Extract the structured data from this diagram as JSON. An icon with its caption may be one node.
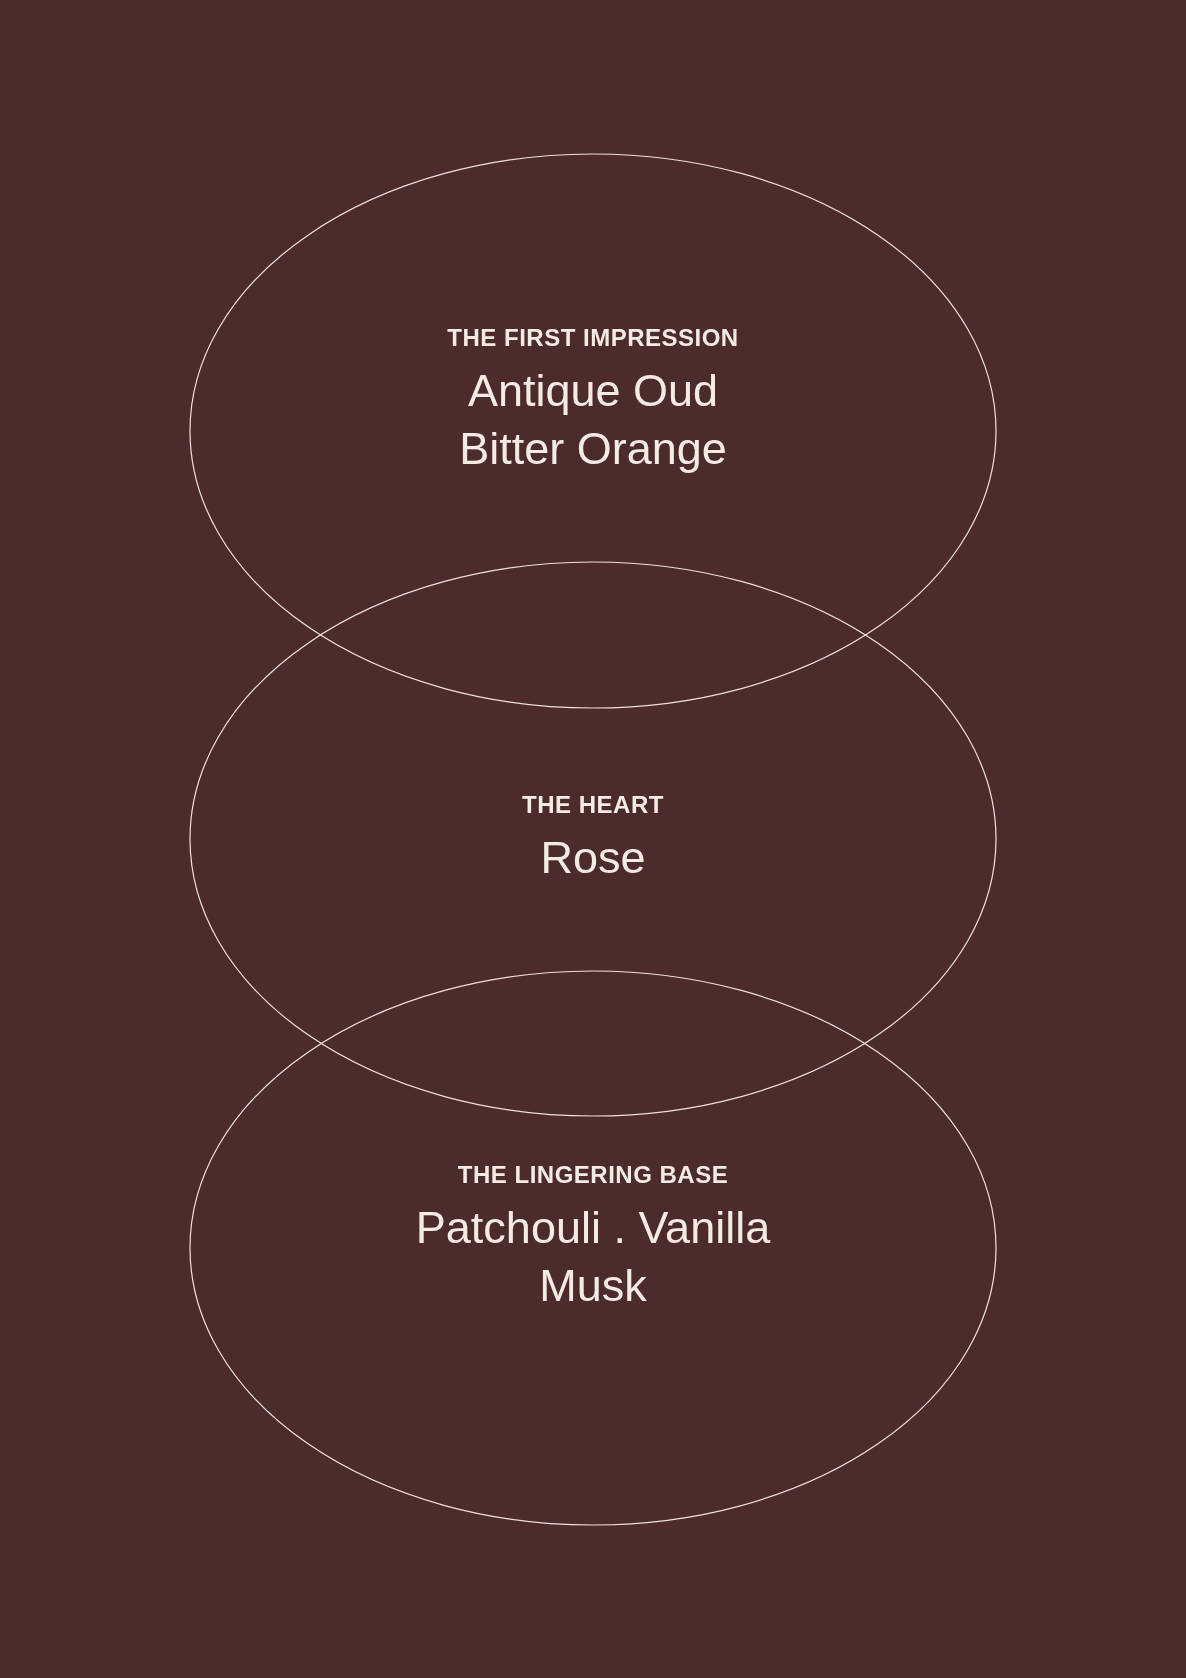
{
  "diagram": {
    "nodes": [
      {
        "text": [
          "THE FIRST IMPRESSION",
          "Antique Oud",
          "Bitter Orange"
        ]
      },
      {
        "text": [
          "THE HEART",
          "Rose"
        ]
      },
      {
        "text": [
          "THE LINGERING BASE",
          "Patchouli . Vanilla Musk"
        ]
      }
    ],
    "edges": []
  }
}
